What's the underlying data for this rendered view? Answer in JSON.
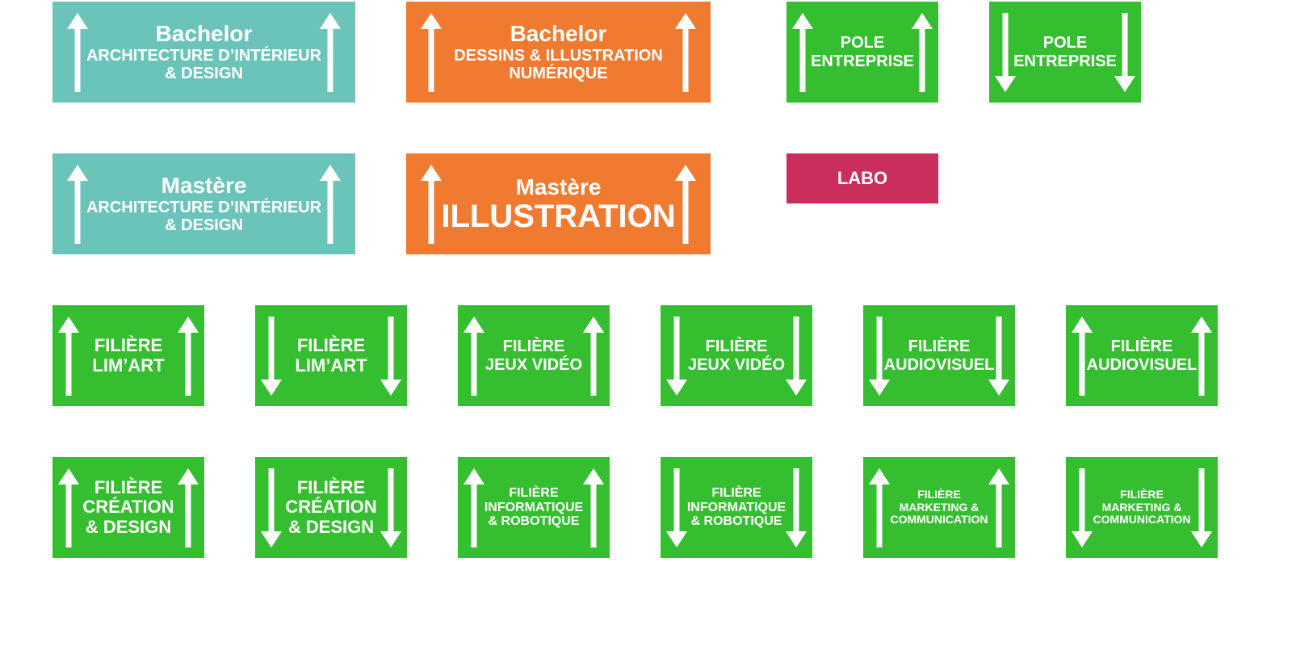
{
  "colors": {
    "teal": "#6BC4BA",
    "orange": "#F07A30",
    "green": "#36BE31",
    "red": "#C92E5C",
    "text": "#FFFFFF"
  },
  "signs": {
    "bachelor_archi": {
      "l1": "Bachelor",
      "l2": "ARCHITECTURE D’INTÉRIEUR",
      "l3": "& DESIGN",
      "arrow": "up"
    },
    "bachelor_dessins": {
      "l1": "Bachelor",
      "l2": "DESSINS & ILLUSTRATION",
      "l3": "NUMÉRIQUE",
      "arrow": "up"
    },
    "pole_up": {
      "l1": "POLE",
      "l2": "ENTREPRISE",
      "arrow": "up"
    },
    "pole_down": {
      "l1": "POLE",
      "l2": "ENTREPRISE",
      "arrow": "down"
    },
    "mastere_archi": {
      "l1": "Mastère",
      "l2": "ARCHITECTURE D’INTÉRIEUR",
      "l3": "& DESIGN",
      "arrow": "up"
    },
    "mastere_illus": {
      "l1": "Mastère",
      "l2": "ILLUSTRATION",
      "arrow": "up"
    },
    "labo": {
      "l1": "LABO"
    },
    "limart_up": {
      "l1": "FILIÈRE",
      "l2": "LIM’ART",
      "arrow": "up"
    },
    "limart_down": {
      "l1": "FILIÈRE",
      "l2": "LIM’ART",
      "arrow": "down"
    },
    "jeux_up": {
      "l1": "FILIÈRE",
      "l2": "JEUX VIDÉO",
      "arrow": "up"
    },
    "jeux_down": {
      "l1": "FILIÈRE",
      "l2": "JEUX VIDÉO",
      "arrow": "down"
    },
    "audio_down": {
      "l1": "FILIÈRE",
      "l2": "AUDIOVISUEL",
      "arrow": "down"
    },
    "audio_up": {
      "l1": "FILIÈRE",
      "l2": "AUDIOVISUEL",
      "arrow": "up"
    },
    "creation_up": {
      "l1": "FILIÈRE",
      "l2": "CRÉATION",
      "l3": "& DESIGN",
      "arrow": "up"
    },
    "creation_down": {
      "l1": "FILIÈRE",
      "l2": "CRÉATION",
      "l3": "& DESIGN",
      "arrow": "down"
    },
    "info_up": {
      "l1": "FILIÈRE",
      "l2": "INFORMATIQUE",
      "l3": "& ROBOTIQUE",
      "arrow": "up"
    },
    "info_down": {
      "l1": "FILIÈRE",
      "l2": "INFORMATIQUE",
      "l3": "& ROBOTIQUE",
      "arrow": "down"
    },
    "market_up": {
      "l1": "FILIÈRE",
      "l2": "MARKETING &",
      "l3": "COMMUNICATION",
      "arrow": "up"
    },
    "market_down": {
      "l1": "FILIÈRE",
      "l2": "MARKETING &",
      "l3": "COMMUNICATION",
      "arrow": "down"
    }
  }
}
